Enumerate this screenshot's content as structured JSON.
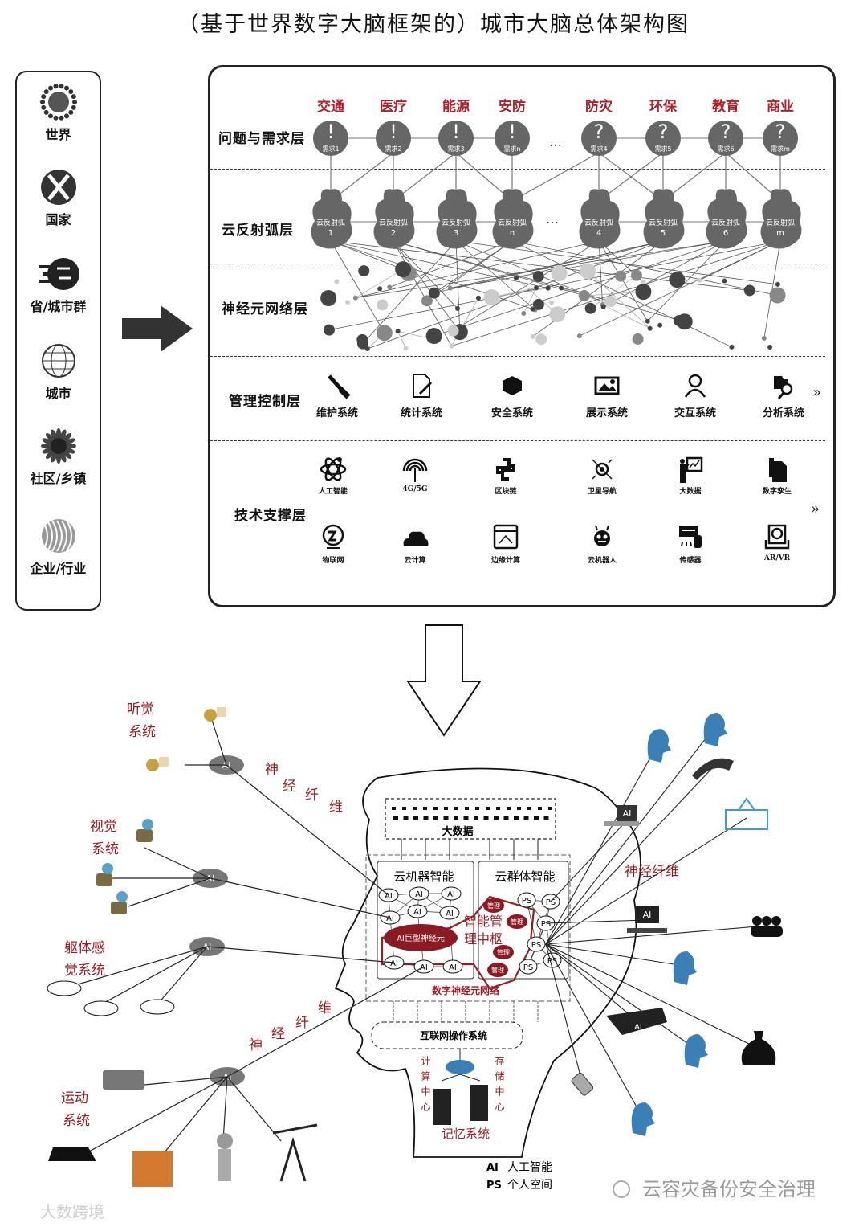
{
  "title": "（基于世界数字大脑框架的）城市大脑总体架构图",
  "scale_levels": [
    {
      "label": "世界",
      "icon": "globe-dots-icon"
    },
    {
      "label": "国家",
      "icon": "country-emblem-icon"
    },
    {
      "label": "省/城市群",
      "icon": "speed-ball-icon"
    },
    {
      "label": "城市",
      "icon": "wire-globe-icon"
    },
    {
      "label": "社区/乡镇",
      "icon": "sunflower-icon"
    },
    {
      "label": "企业/行业",
      "icon": "striped-sphere-icon"
    }
  ],
  "arrow_right_icon": "right-arrow-icon",
  "layers": {
    "demand": "问题与需求层",
    "cloud_arc": "云反射弧层",
    "neuron": "神经元网络层",
    "management": "管理控制层",
    "tech": "技术支撑层"
  },
  "categories": [
    "交通",
    "医疗",
    "能源",
    "安防",
    "防灾",
    "环保",
    "教育",
    "商业"
  ],
  "demands": [
    {
      "symbol": "!",
      "label": "需求1"
    },
    {
      "symbol": "!",
      "label": "需求2"
    },
    {
      "symbol": "!",
      "label": "需求3"
    },
    {
      "symbol": "!",
      "label": "需求n"
    },
    {
      "symbol": "?",
      "label": "需求4"
    },
    {
      "symbol": "?",
      "label": "需求5"
    },
    {
      "symbol": "?",
      "label": "需求6"
    },
    {
      "symbol": "?",
      "label": "需求m"
    }
  ],
  "arcs": [
    {
      "label": "云反射弧",
      "n": "1"
    },
    {
      "label": "云反射弧",
      "n": "2"
    },
    {
      "label": "云反射弧",
      "n": "3"
    },
    {
      "label": "云反射弧",
      "n": "n"
    },
    {
      "label": "云反射弧",
      "n": "4"
    },
    {
      "label": "云反射弧",
      "n": "5"
    },
    {
      "label": "云反射弧",
      "n": "6"
    },
    {
      "label": "云反射弧",
      "n": "m"
    }
  ],
  "ellipsis": "…",
  "more": "»",
  "management_systems": [
    {
      "label": "维护系统",
      "icon": "screwdriver-icon"
    },
    {
      "label": "统计系统",
      "icon": "document-edit-icon"
    },
    {
      "label": "安全系统",
      "icon": "box-icon"
    },
    {
      "label": "展示系统",
      "icon": "image-icon"
    },
    {
      "label": "交互系统",
      "icon": "user-icon"
    },
    {
      "label": "分析系统",
      "icon": "folder-search-icon"
    }
  ],
  "tech_row1": [
    {
      "label": "人工智能",
      "icon": "atom-icon"
    },
    {
      "label": "4G/5G",
      "icon": "signal-icon"
    },
    {
      "label": "区块链",
      "icon": "chain-icon"
    },
    {
      "label": "卫星导航",
      "icon": "satellite-icon"
    },
    {
      "label": "大数据",
      "icon": "presentation-chart-icon"
    },
    {
      "label": "数字孪生",
      "icon": "files-icon"
    }
  ],
  "tech_row2": [
    {
      "label": "物联网",
      "icon": "iot-globe-icon"
    },
    {
      "label": "云计算",
      "icon": "cloud-icon"
    },
    {
      "label": "边缘计算",
      "icon": "browser-network-icon"
    },
    {
      "label": "云机器人",
      "icon": "robot-icon"
    },
    {
      "label": "传感器",
      "icon": "sensor-icon"
    },
    {
      "label": "AR/VR",
      "icon": "vr-headset-icon"
    }
  ],
  "brain": {
    "big_data": "大数据",
    "cloud_machine": "云机器智能",
    "cloud_group": "云群体智能",
    "ai": "AI",
    "ps": "PS",
    "giant_neuron": "AI巨型神经元",
    "hub": [
      "智能管",
      "理中枢"
    ],
    "manage": "管理",
    "neuron_net": "数字神经元网络",
    "os": "互联网操作系统",
    "compute": "计算中心",
    "storage": "存储中心",
    "memory": "记忆系统",
    "fiber": "神经纤维",
    "hearing": [
      "听觉",
      "系统"
    ],
    "vision": [
      "视觉",
      "系统"
    ],
    "somato": [
      "躯体感",
      "觉系统"
    ],
    "motor": [
      "运动",
      "系统"
    ],
    "legend": [
      {
        "abbr": "AI",
        "text": "人工智能"
      },
      {
        "abbr": "PS",
        "text": "个人空间"
      }
    ]
  },
  "watermarks": {
    "right": "云容灾备份安全治理",
    "left": "大数跨境"
  },
  "colors": {
    "accent_red": "#b0202a",
    "node_gray": "#666666",
    "dark_red": "#8b1a22",
    "blue": "#3a7fb5"
  }
}
